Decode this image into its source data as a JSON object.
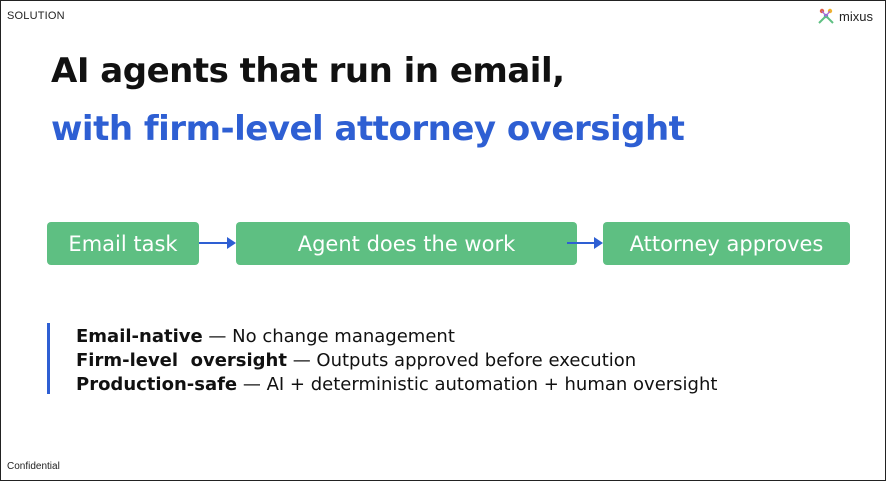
{
  "header": {
    "section_label": "SOLUTION",
    "brand_name": "mixus",
    "brand_icon": "mixus-logo-icon"
  },
  "title": {
    "line1": "AI agents that run in email,",
    "line2": "with firm-level attorney oversight"
  },
  "flow": {
    "steps": [
      {
        "label": "Email task"
      },
      {
        "label": "Agent does the work"
      },
      {
        "label": "Attorney approves"
      }
    ],
    "arrow_icon": "arrow-right-icon"
  },
  "bullets": [
    {
      "term": "Email-native",
      "description": " — No change management"
    },
    {
      "term": "Firm-level  oversight",
      "description": " — Outputs approved before execution"
    },
    {
      "term": "Production-safe",
      "description": " — AI + deterministic automation + human oversight"
    }
  ],
  "footer": {
    "confidential_label": "Confidential"
  },
  "colors": {
    "accent_blue": "#2e5fd3",
    "flow_green": "#5ebf82",
    "text_dark": "#111111"
  }
}
